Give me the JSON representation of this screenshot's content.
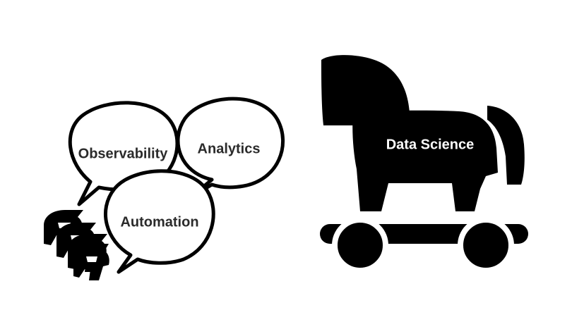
{
  "bubbles": {
    "observability": "Observability",
    "analytics": "Analytics",
    "automation": "Automation"
  },
  "horse": {
    "label": "Data Science"
  },
  "icons": {
    "bubble": "speech-bubble-icon",
    "helmet": "spartan-helmet-icon",
    "horse": "trojan-horse-icon"
  },
  "colors": {
    "ink": "#000000",
    "text": "#2b2b2b",
    "background": "#ffffff"
  }
}
